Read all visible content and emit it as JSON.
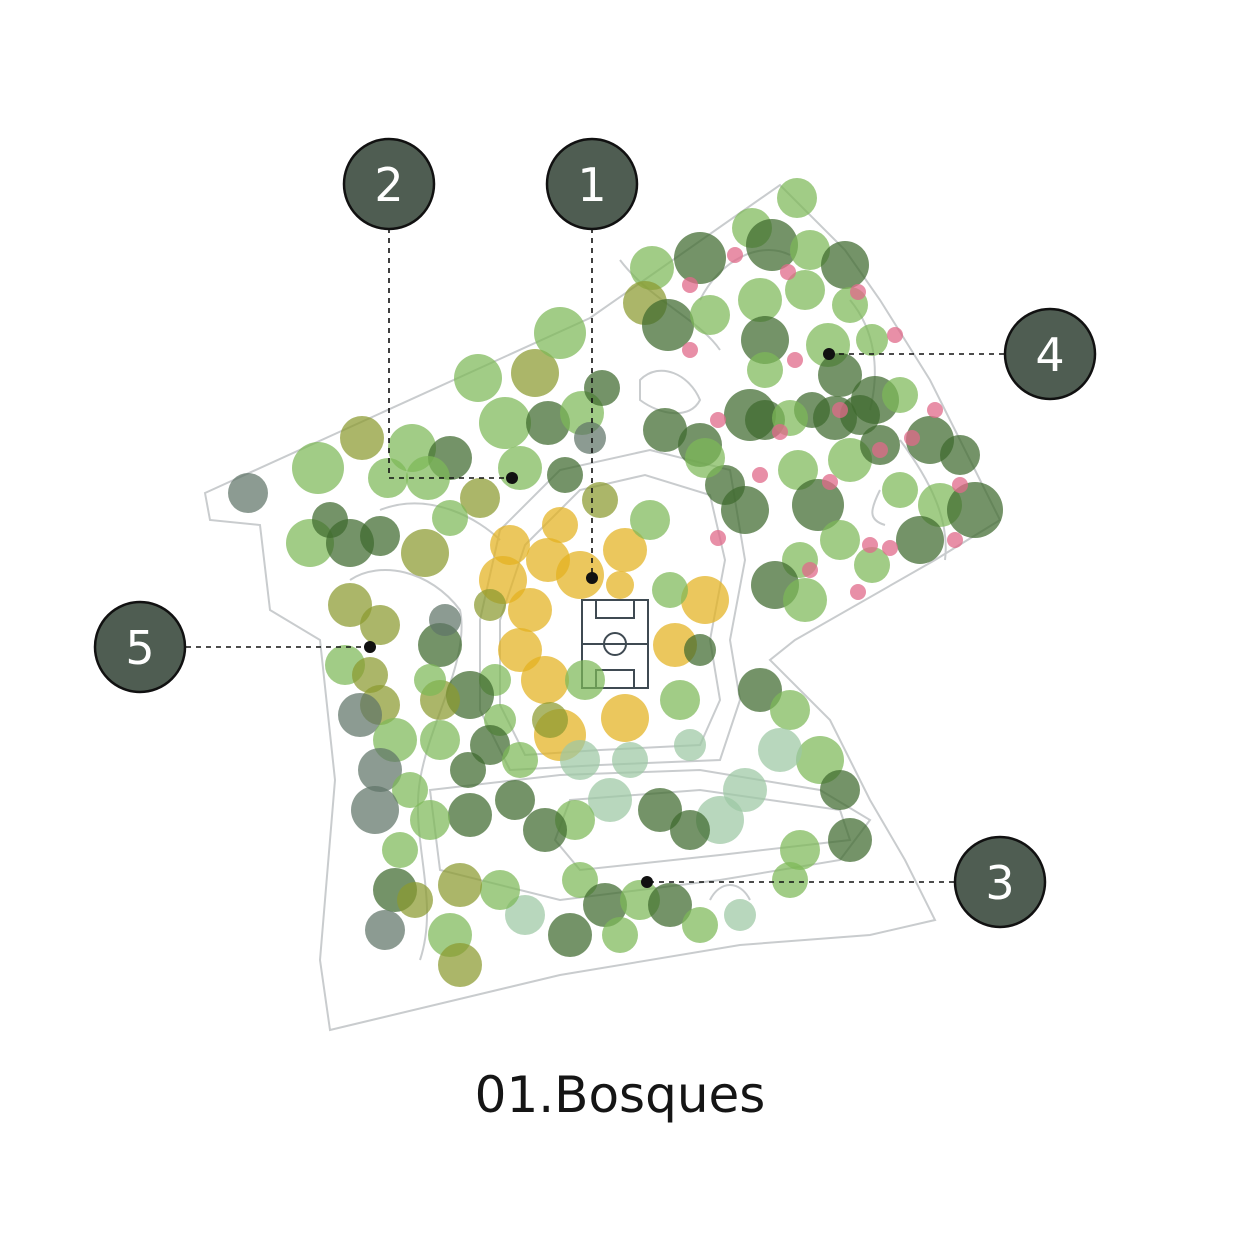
{
  "caption": "01.Bosques",
  "colors": {
    "marker_fill": "#4f5d52",
    "marker_stroke": "#111111",
    "leader": "#111111",
    "outline": "#c9ccce",
    "tree_light_green": "#7db957",
    "tree_dark_green": "#3f6a2e",
    "tree_olive": "#8a9a2f",
    "tree_yellow": "#e3b21f",
    "tree_pink": "#e06a8a",
    "tree_sage": "#9cc7a4",
    "tree_grey": "#5f7468"
  },
  "markers": [
    {
      "label": "1"
    },
    {
      "label": "2"
    },
    {
      "label": "3"
    },
    {
      "label": "4"
    },
    {
      "label": "5"
    }
  ]
}
